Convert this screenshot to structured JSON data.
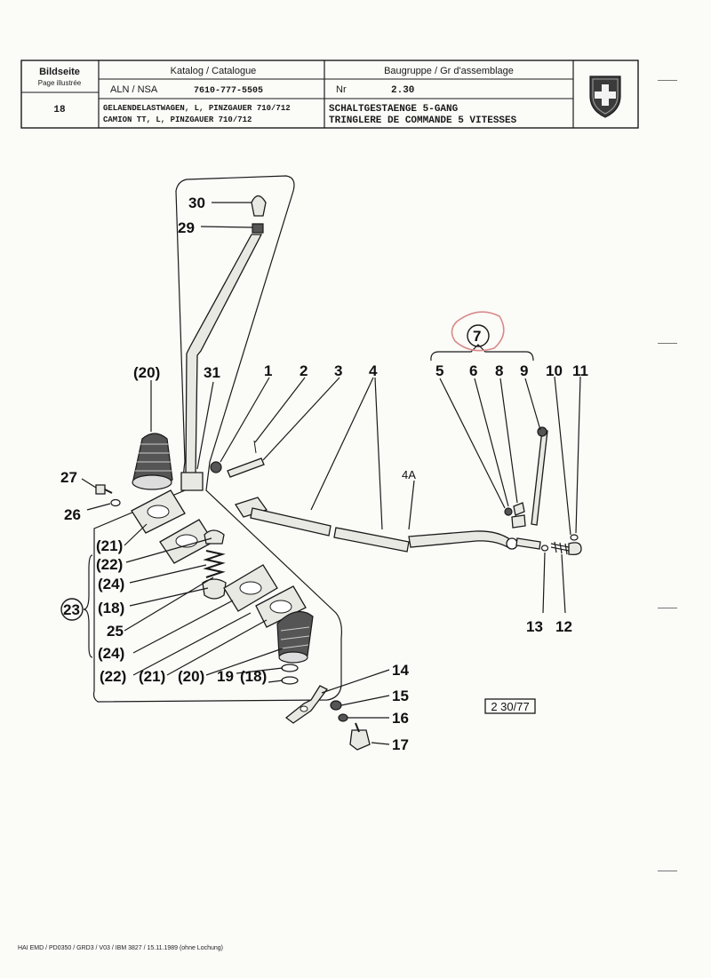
{
  "header": {
    "page_label_de": "Bildseite",
    "page_label_fr": "Page illustrée",
    "page_number": "18",
    "catalog_label": "Katalog / Catalogue",
    "aln_label": "ALN / NSA",
    "aln_value": "7610-777-5505",
    "vehicle_de": "GELAENDELASTWAGEN, L, PINZGAUER 710/712",
    "vehicle_fr": "CAMION TT, L, PINZGAUER 710/712",
    "group_label": "Baugruppe / Gr d'assemblage",
    "nr_label": "Nr",
    "nr_value": "2.30",
    "title_de": "SCHALTGESTAENGE 5-GANG",
    "title_fr": "TRINGLERE DE COMMANDE 5 VITESSES",
    "emblem": "swiss-cross-shield-icon"
  },
  "callouts": {
    "c30": "30",
    "c29": "29",
    "c20a": "(20)",
    "c31": "31",
    "c1": "1",
    "c2": "2",
    "c3": "3",
    "c4": "4",
    "c7": "7",
    "c5": "5",
    "c6": "6",
    "c8": "8",
    "c9": "9",
    "c10": "10",
    "c11": "11",
    "c4a": "4A",
    "c27": "27",
    "c26": "26",
    "c21a": "(21)",
    "c22a": "(22)",
    "c24a": "(24)",
    "c23": "23",
    "c18a": "(18)",
    "c25": "25",
    "c24b": "(24)",
    "c22b": "(22)",
    "c21b": "(21)",
    "c20b": "(20)",
    "c19": "19",
    "c18b": "(18)",
    "c13": "13",
    "c12": "12",
    "c14": "14",
    "c15": "15",
    "c16": "16",
    "c17": "17"
  },
  "figure_ref": "2 30/77",
  "footer": "HAI EMD / PD0350 / GRD3 / V03 / IBM 3827 / 15.11.1989 (ohne Lochung)",
  "colors": {
    "ink": "#1a1a1a",
    "paper": "#fbfbf8",
    "annotation": "#d98a8a"
  }
}
